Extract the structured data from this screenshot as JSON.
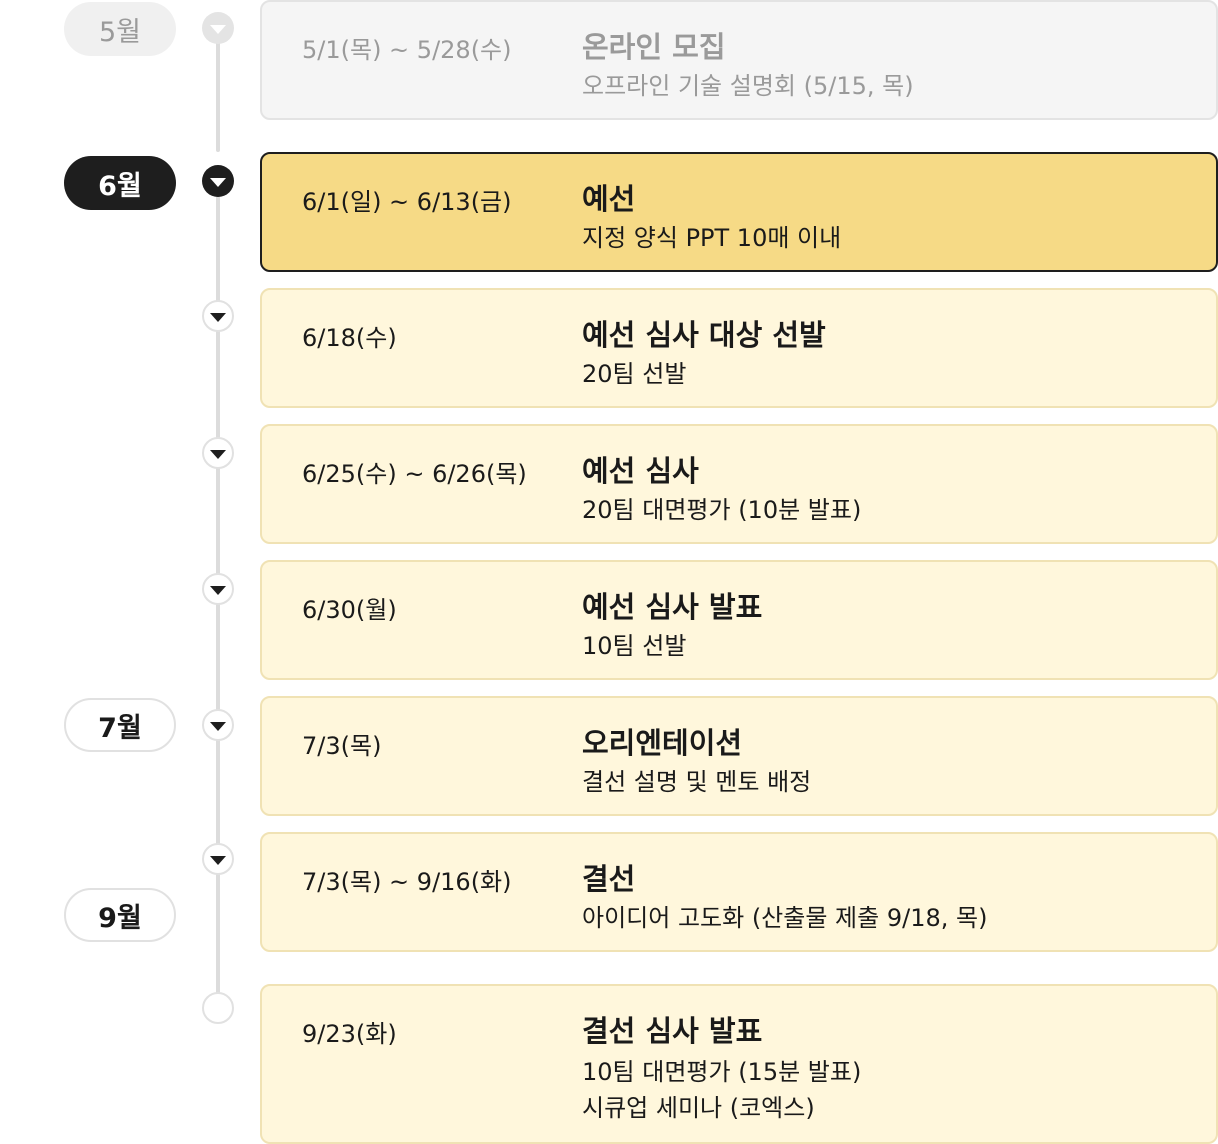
{
  "months": [
    {
      "label": "5월",
      "state": "past"
    },
    {
      "label": "6월",
      "state": "active"
    },
    {
      "label": "7월",
      "state": "future"
    },
    {
      "label": "9월",
      "state": "future"
    }
  ],
  "events": [
    {
      "date": "5/1(목) ~ 5/28(수)",
      "title": "온라인 모집",
      "desc": [
        "오프라인 기술 설명회 (5/15, 목)"
      ],
      "state": "past"
    },
    {
      "date": "6/1(일) ~ 6/13(금)",
      "title": "예선",
      "desc": [
        "지정 양식 PPT 10매 이내"
      ],
      "state": "active"
    },
    {
      "date": "6/18(수)",
      "title": "예선 심사 대상 선발",
      "desc": [
        "20팀 선발"
      ],
      "state": "normal"
    },
    {
      "date": "6/25(수) ~ 6/26(목)",
      "title": "예선 심사",
      "desc": [
        "20팀 대면평가 (10분 발표)"
      ],
      "state": "normal"
    },
    {
      "date": "6/30(월)",
      "title": "예선 심사 발표",
      "desc": [
        "10팀 선발"
      ],
      "state": "normal"
    },
    {
      "date": "7/3(목)",
      "title": "오리엔테이션",
      "desc": [
        "결선 설명 및 멘토 배정"
      ],
      "state": "normal"
    },
    {
      "date": "7/3(목) ~ 9/16(화)",
      "title": "결선",
      "desc": [
        "아이디어 고도화 (산출물 제출 9/18, 목)"
      ],
      "state": "normal"
    },
    {
      "date": "9/23(화)",
      "title": "결선 심사 발표",
      "desc": [
        "10팀 대면평가 (15분 발표)",
        "시큐업 세미나 (코엑스)"
      ],
      "state": "normal"
    }
  ],
  "colors": {
    "active_card": "#f6da86",
    "normal_card": "#fff7dc",
    "past_card": "#f5f5f5",
    "dark": "#1e1e1e"
  },
  "icons": {
    "node": "caret-down-icon",
    "last_node": "circle-icon"
  }
}
